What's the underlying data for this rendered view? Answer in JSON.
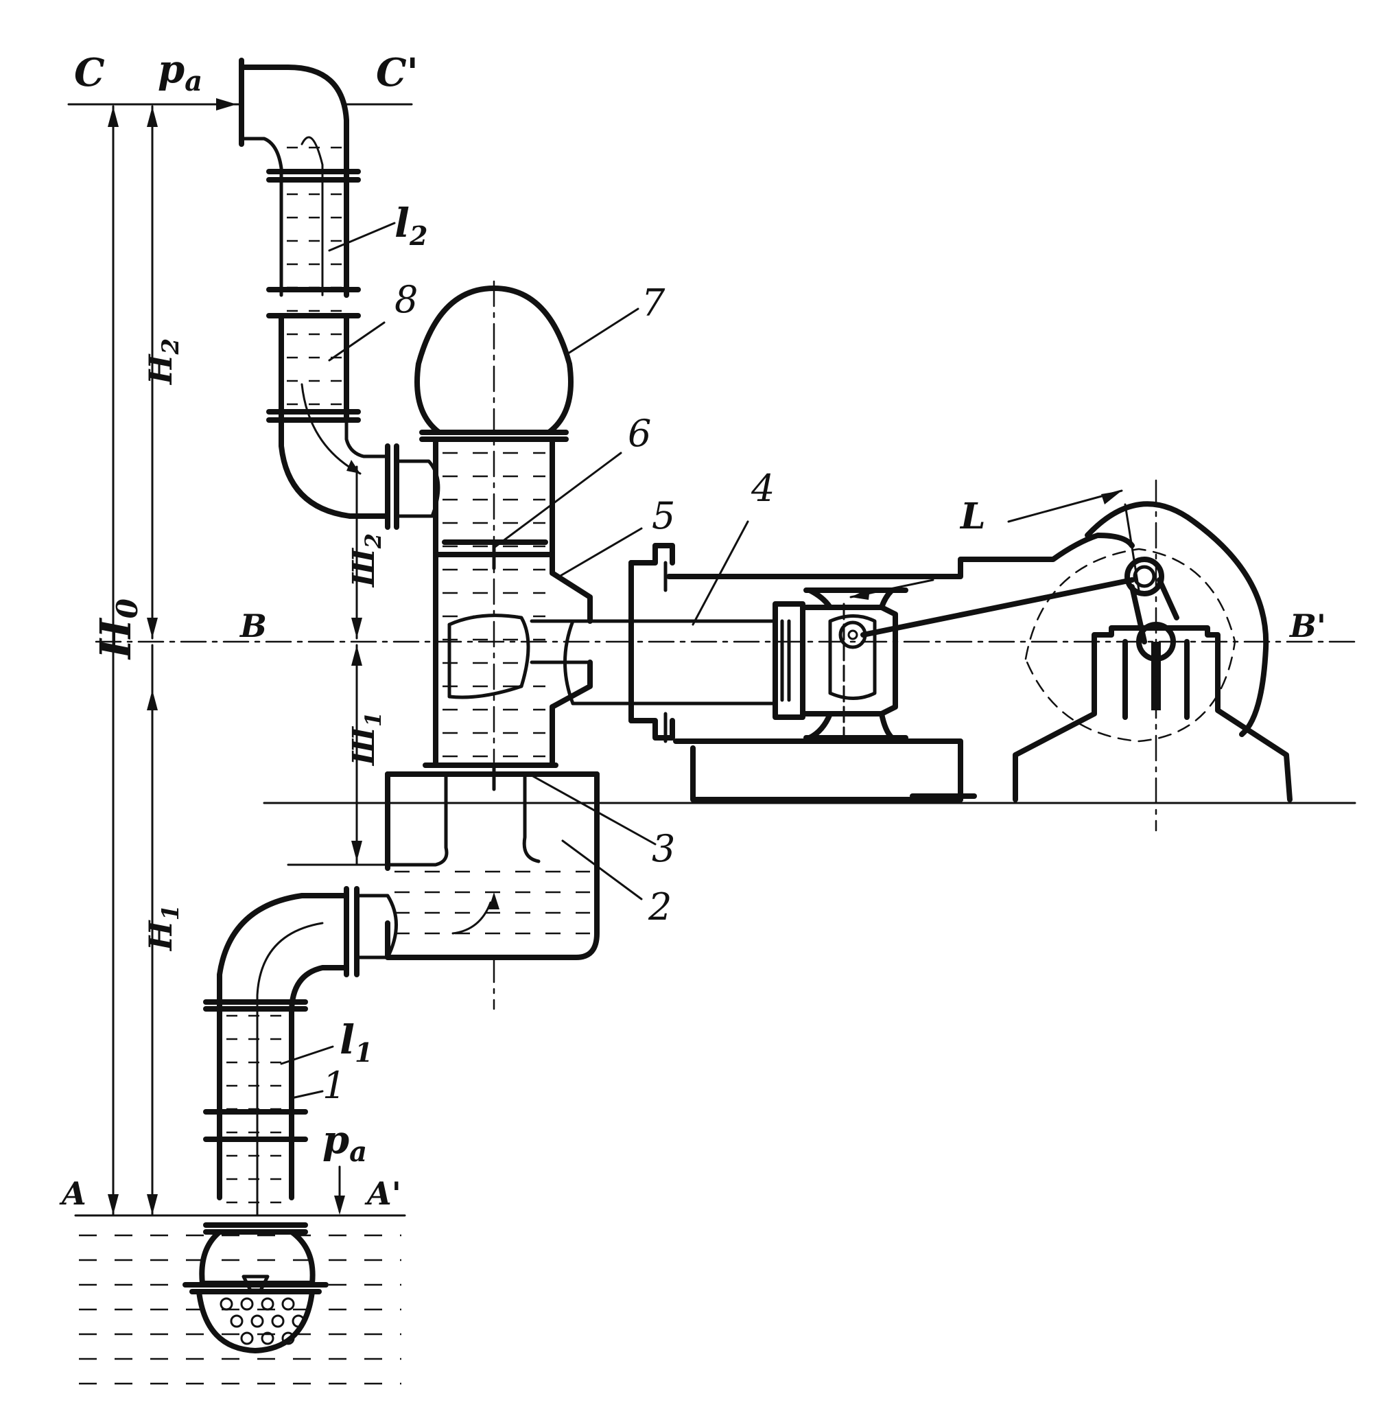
{
  "figure": {
    "labels": {
      "C": "C",
      "C_prime": "C'",
      "B": "B",
      "B_prime": "B'",
      "A": "A",
      "A_prime": "A'",
      "pa_top": "p",
      "pa_top_sub": "a",
      "pa_bottom": "p",
      "pa_bottom_sub": "a",
      "H0": "H",
      "H0_sub": "0",
      "H1": "H",
      "H1_sub": "1",
      "H2": "H",
      "H2_sub": "2",
      "l1": "l",
      "l1_sub": "1",
      "l2": "l",
      "l2_sub": "2",
      "L": "L",
      "Ш1": "Ш",
      "Ш1_sub": "1",
      "Ш2": "Ш",
      "Ш2_sub": "2"
    },
    "part_numbers": [
      "1",
      "2",
      "3",
      "4",
      "5",
      "6",
      "7",
      "8"
    ]
  }
}
